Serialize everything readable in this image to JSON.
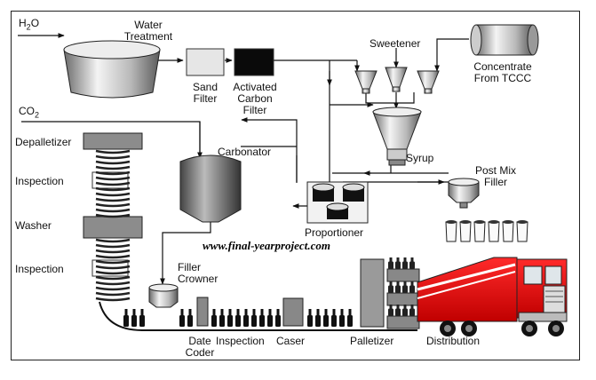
{
  "labels": {
    "h2o": "H",
    "h2o_sub": "2",
    "h2o_end": "O",
    "co2": "CO",
    "co2_sub": "2",
    "water_treatment_1": "Water",
    "water_treatment_2": "Treatment",
    "sand_filter_1": "Sand",
    "sand_filter_2": "Filter",
    "activated_1": "Activated",
    "activated_2": "Carbon",
    "activated_3": "Filter",
    "sweetener": "Sweetener",
    "concentrate_1": "Concentrate",
    "concentrate_2": "From TCCC",
    "depalletizer": "Depalletizer",
    "inspection_top": "Inspection",
    "washer": "Washer",
    "inspection_bottom": "Inspection",
    "carbonator": "Carbonator",
    "syrup": "Syrup",
    "post_mix_1": "Post Mix",
    "post_mix_2": "Filler",
    "proportioner": "Proportioner",
    "filler_crowner_1": "Filler",
    "filler_crowner_2": "Crowner",
    "date_coder_1": "Date",
    "date_coder_2": "Coder",
    "inspection_line": "Inspection",
    "caser": "Caser",
    "palletizer": "Palletizer",
    "distribution": "Distribution"
  },
  "watermark": "www.final-yearproject.com",
  "colors": {
    "truck_red": "#e01010",
    "flow_line": "#111111",
    "equipment_grey": "#a0a0a0"
  }
}
